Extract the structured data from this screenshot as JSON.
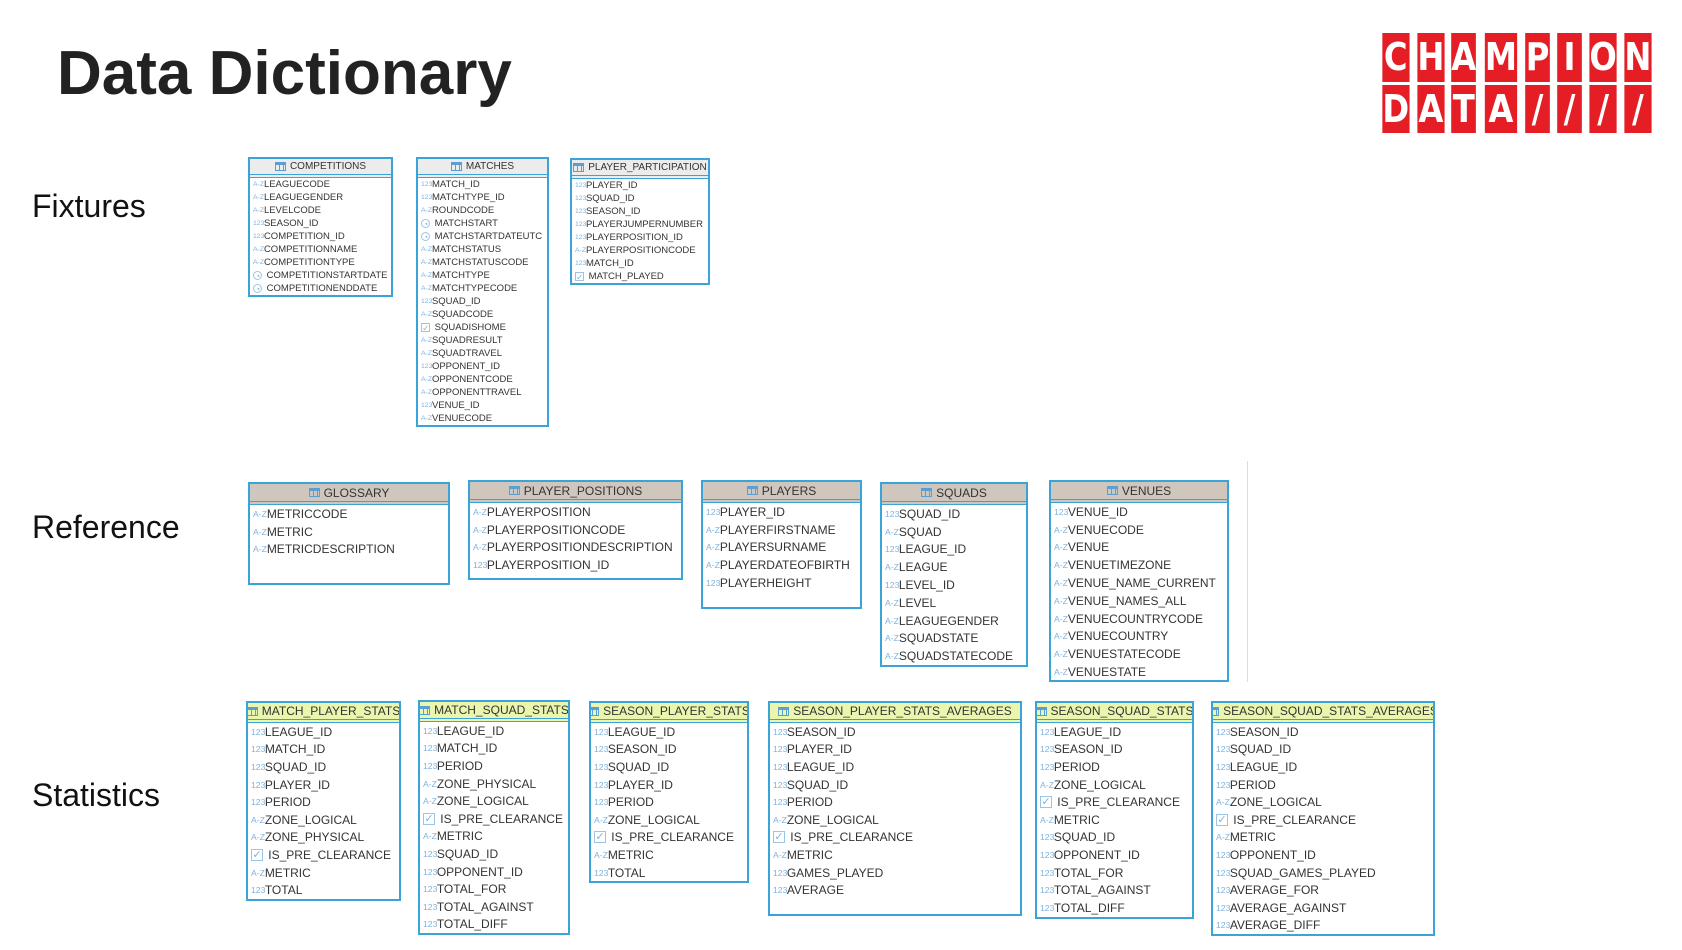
{
  "title": "Data Dictionary",
  "logo": {
    "line1": "CHAMPION",
    "line2": "DATA////",
    "color": "#e51d24"
  },
  "sections": [
    {
      "label": "Fixtures",
      "style": "fx",
      "tables": [
        {
          "name": "COMPETITIONS",
          "fields": [
            [
              "az",
              "LEAGUECODE"
            ],
            [
              "az",
              "LEAGUEGENDER"
            ],
            [
              "az",
              "LEVELCODE"
            ],
            [
              "num",
              "SEASON_ID"
            ],
            [
              "num",
              "COMPETITION_ID"
            ],
            [
              "az",
              "COMPETITIONNAME"
            ],
            [
              "az",
              "COMPETITIONTYPE"
            ],
            [
              "clk",
              "COMPETITIONSTARTDATE"
            ],
            [
              "clk",
              "COMPETITIONENDDATE"
            ]
          ]
        },
        {
          "name": "MATCHES",
          "fields": [
            [
              "num",
              "MATCH_ID"
            ],
            [
              "num",
              "MATCHTYPE_ID"
            ],
            [
              "az",
              "ROUNDCODE"
            ],
            [
              "clk",
              "MATCHSTART"
            ],
            [
              "clk",
              "MATCHSTARTDATEUTC"
            ],
            [
              "az",
              "MATCHSTATUS"
            ],
            [
              "az",
              "MATCHSTATUSCODE"
            ],
            [
              "az",
              "MATCHTYPE"
            ],
            [
              "az",
              "MATCHTYPECODE"
            ],
            [
              "num",
              "SQUAD_ID"
            ],
            [
              "az",
              "SQUADCODE"
            ],
            [
              "chk",
              "SQUADISHOME"
            ],
            [
              "az",
              "SQUADRESULT"
            ],
            [
              "az",
              "SQUADTRAVEL"
            ],
            [
              "num",
              "OPPONENT_ID"
            ],
            [
              "az",
              "OPPONENTCODE"
            ],
            [
              "az",
              "OPPONENTTRAVEL"
            ],
            [
              "num",
              "VENUE_ID"
            ],
            [
              "az",
              "VENUECODE"
            ]
          ]
        },
        {
          "name": "PLAYER_PARTICIPATION",
          "fields": [
            [
              "num",
              "PLAYER_ID"
            ],
            [
              "num",
              "SQUAD_ID"
            ],
            [
              "num",
              "SEASON_ID"
            ],
            [
              "num",
              "PLAYERJUMPERNUMBER"
            ],
            [
              "num",
              "PLAYERPOSITION_ID"
            ],
            [
              "az",
              "PLAYERPOSITIONCODE"
            ],
            [
              "num",
              "MATCH_ID"
            ],
            [
              "chk",
              "MATCH_PLAYED"
            ]
          ]
        }
      ]
    },
    {
      "label": "Reference",
      "style": "rf",
      "tables": [
        {
          "name": "GLOSSARY",
          "fields": [
            [
              "az",
              "METRICCODE"
            ],
            [
              "az",
              "METRIC"
            ],
            [
              "az",
              "METRICDESCRIPTION"
            ]
          ]
        },
        {
          "name": "PLAYER_POSITIONS",
          "fields": [
            [
              "az",
              "PLAYERPOSITION"
            ],
            [
              "az",
              "PLAYERPOSITIONCODE"
            ],
            [
              "az",
              "PLAYERPOSITIONDESCRIPTION"
            ],
            [
              "num",
              "PLAYERPOSITION_ID"
            ]
          ]
        },
        {
          "name": "PLAYERS",
          "fields": [
            [
              "num",
              "PLAYER_ID"
            ],
            [
              "az",
              "PLAYERFIRSTNAME"
            ],
            [
              "az",
              "PLAYERSURNAME"
            ],
            [
              "az",
              "PLAYERDATEOFBIRTH"
            ],
            [
              "num",
              "PLAYERHEIGHT"
            ]
          ]
        },
        {
          "name": "SQUADS",
          "fields": [
            [
              "num",
              "SQUAD_ID"
            ],
            [
              "az",
              "SQUAD"
            ],
            [
              "num",
              "LEAGUE_ID"
            ],
            [
              "az",
              "LEAGUE"
            ],
            [
              "num",
              "LEVEL_ID"
            ],
            [
              "az",
              "LEVEL"
            ],
            [
              "az",
              "LEAGUEGENDER"
            ],
            [
              "az",
              "SQUADSTATE"
            ],
            [
              "az",
              "SQUADSTATECODE"
            ]
          ]
        },
        {
          "name": "VENUES",
          "fields": [
            [
              "num",
              "VENUE_ID"
            ],
            [
              "az",
              "VENUECODE"
            ],
            [
              "az",
              "VENUE"
            ],
            [
              "az",
              "VENUETIMEZONE"
            ],
            [
              "az",
              "VENUE_NAME_CURRENT"
            ],
            [
              "az",
              "VENUE_NAMES_ALL"
            ],
            [
              "az",
              "VENUECOUNTRYCODE"
            ],
            [
              "az",
              "VENUECOUNTRY"
            ],
            [
              "az",
              "VENUESTATECODE"
            ],
            [
              "az",
              "VENUESTATE"
            ]
          ]
        }
      ]
    },
    {
      "label": "Statistics",
      "style": "st",
      "tables": [
        {
          "name": "MATCH_PLAYER_STATS",
          "fields": [
            [
              "num",
              "LEAGUE_ID"
            ],
            [
              "num",
              "MATCH_ID"
            ],
            [
              "num",
              "SQUAD_ID"
            ],
            [
              "num",
              "PLAYER_ID"
            ],
            [
              "num",
              "PERIOD"
            ],
            [
              "az",
              "ZONE_LOGICAL"
            ],
            [
              "az",
              "ZONE_PHYSICAL"
            ],
            [
              "chk",
              "IS_PRE_CLEARANCE"
            ],
            [
              "az",
              "METRIC"
            ],
            [
              "num",
              "TOTAL"
            ]
          ]
        },
        {
          "name": "MATCH_SQUAD_STATS",
          "fields": [
            [
              "num",
              "LEAGUE_ID"
            ],
            [
              "num",
              "MATCH_ID"
            ],
            [
              "num",
              "PERIOD"
            ],
            [
              "az",
              "ZONE_PHYSICAL"
            ],
            [
              "az",
              "ZONE_LOGICAL"
            ],
            [
              "chk",
              "IS_PRE_CLEARANCE"
            ],
            [
              "az",
              "METRIC"
            ],
            [
              "num",
              "SQUAD_ID"
            ],
            [
              "num",
              "OPPONENT_ID"
            ],
            [
              "num",
              "TOTAL_FOR"
            ],
            [
              "num",
              "TOTAL_AGAINST"
            ],
            [
              "num",
              "TOTAL_DIFF"
            ]
          ]
        },
        {
          "name": "SEASON_PLAYER_STATS",
          "fields": [
            [
              "num",
              "LEAGUE_ID"
            ],
            [
              "num",
              "SEASON_ID"
            ],
            [
              "num",
              "SQUAD_ID"
            ],
            [
              "num",
              "PLAYER_ID"
            ],
            [
              "num",
              "PERIOD"
            ],
            [
              "az",
              "ZONE_LOGICAL"
            ],
            [
              "chk",
              "IS_PRE_CLEARANCE"
            ],
            [
              "az",
              "METRIC"
            ],
            [
              "num",
              "TOTAL"
            ]
          ]
        },
        {
          "name": "SEASON_PLAYER_STATS_AVERAGES",
          "fields": [
            [
              "num",
              "SEASON_ID"
            ],
            [
              "num",
              "PLAYER_ID"
            ],
            [
              "num",
              "LEAGUE_ID"
            ],
            [
              "num",
              "SQUAD_ID"
            ],
            [
              "num",
              "PERIOD"
            ],
            [
              "az",
              "ZONE_LOGICAL"
            ],
            [
              "chk",
              "IS_PRE_CLEARANCE"
            ],
            [
              "az",
              "METRIC"
            ],
            [
              "num",
              "GAMES_PLAYED"
            ],
            [
              "num",
              "AVERAGE"
            ]
          ]
        },
        {
          "name": "SEASON_SQUAD_STATS",
          "fields": [
            [
              "num",
              "LEAGUE_ID"
            ],
            [
              "num",
              "SEASON_ID"
            ],
            [
              "num",
              "PERIOD"
            ],
            [
              "az",
              "ZONE_LOGICAL"
            ],
            [
              "chk",
              "IS_PRE_CLEARANCE"
            ],
            [
              "az",
              "METRIC"
            ],
            [
              "num",
              "SQUAD_ID"
            ],
            [
              "num",
              "OPPONENT_ID"
            ],
            [
              "num",
              "TOTAL_FOR"
            ],
            [
              "num",
              "TOTAL_AGAINST"
            ],
            [
              "num",
              "TOTAL_DIFF"
            ]
          ]
        },
        {
          "name": "SEASON_SQUAD_STATS_AVERAGES",
          "fields": [
            [
              "num",
              "SEASON_ID"
            ],
            [
              "num",
              "SQUAD_ID"
            ],
            [
              "num",
              "LEAGUE_ID"
            ],
            [
              "num",
              "PERIOD"
            ],
            [
              "az",
              "ZONE_LOGICAL"
            ],
            [
              "chk",
              "IS_PRE_CLEARANCE"
            ],
            [
              "az",
              "METRIC"
            ],
            [
              "num",
              "OPPONENT_ID"
            ],
            [
              "num",
              "SQUAD_GAMES_PLAYED"
            ],
            [
              "num",
              "AVERAGE_FOR"
            ],
            [
              "num",
              "AVERAGE_AGAINST"
            ],
            [
              "num",
              "AVERAGE_DIFF"
            ]
          ]
        }
      ]
    }
  ]
}
